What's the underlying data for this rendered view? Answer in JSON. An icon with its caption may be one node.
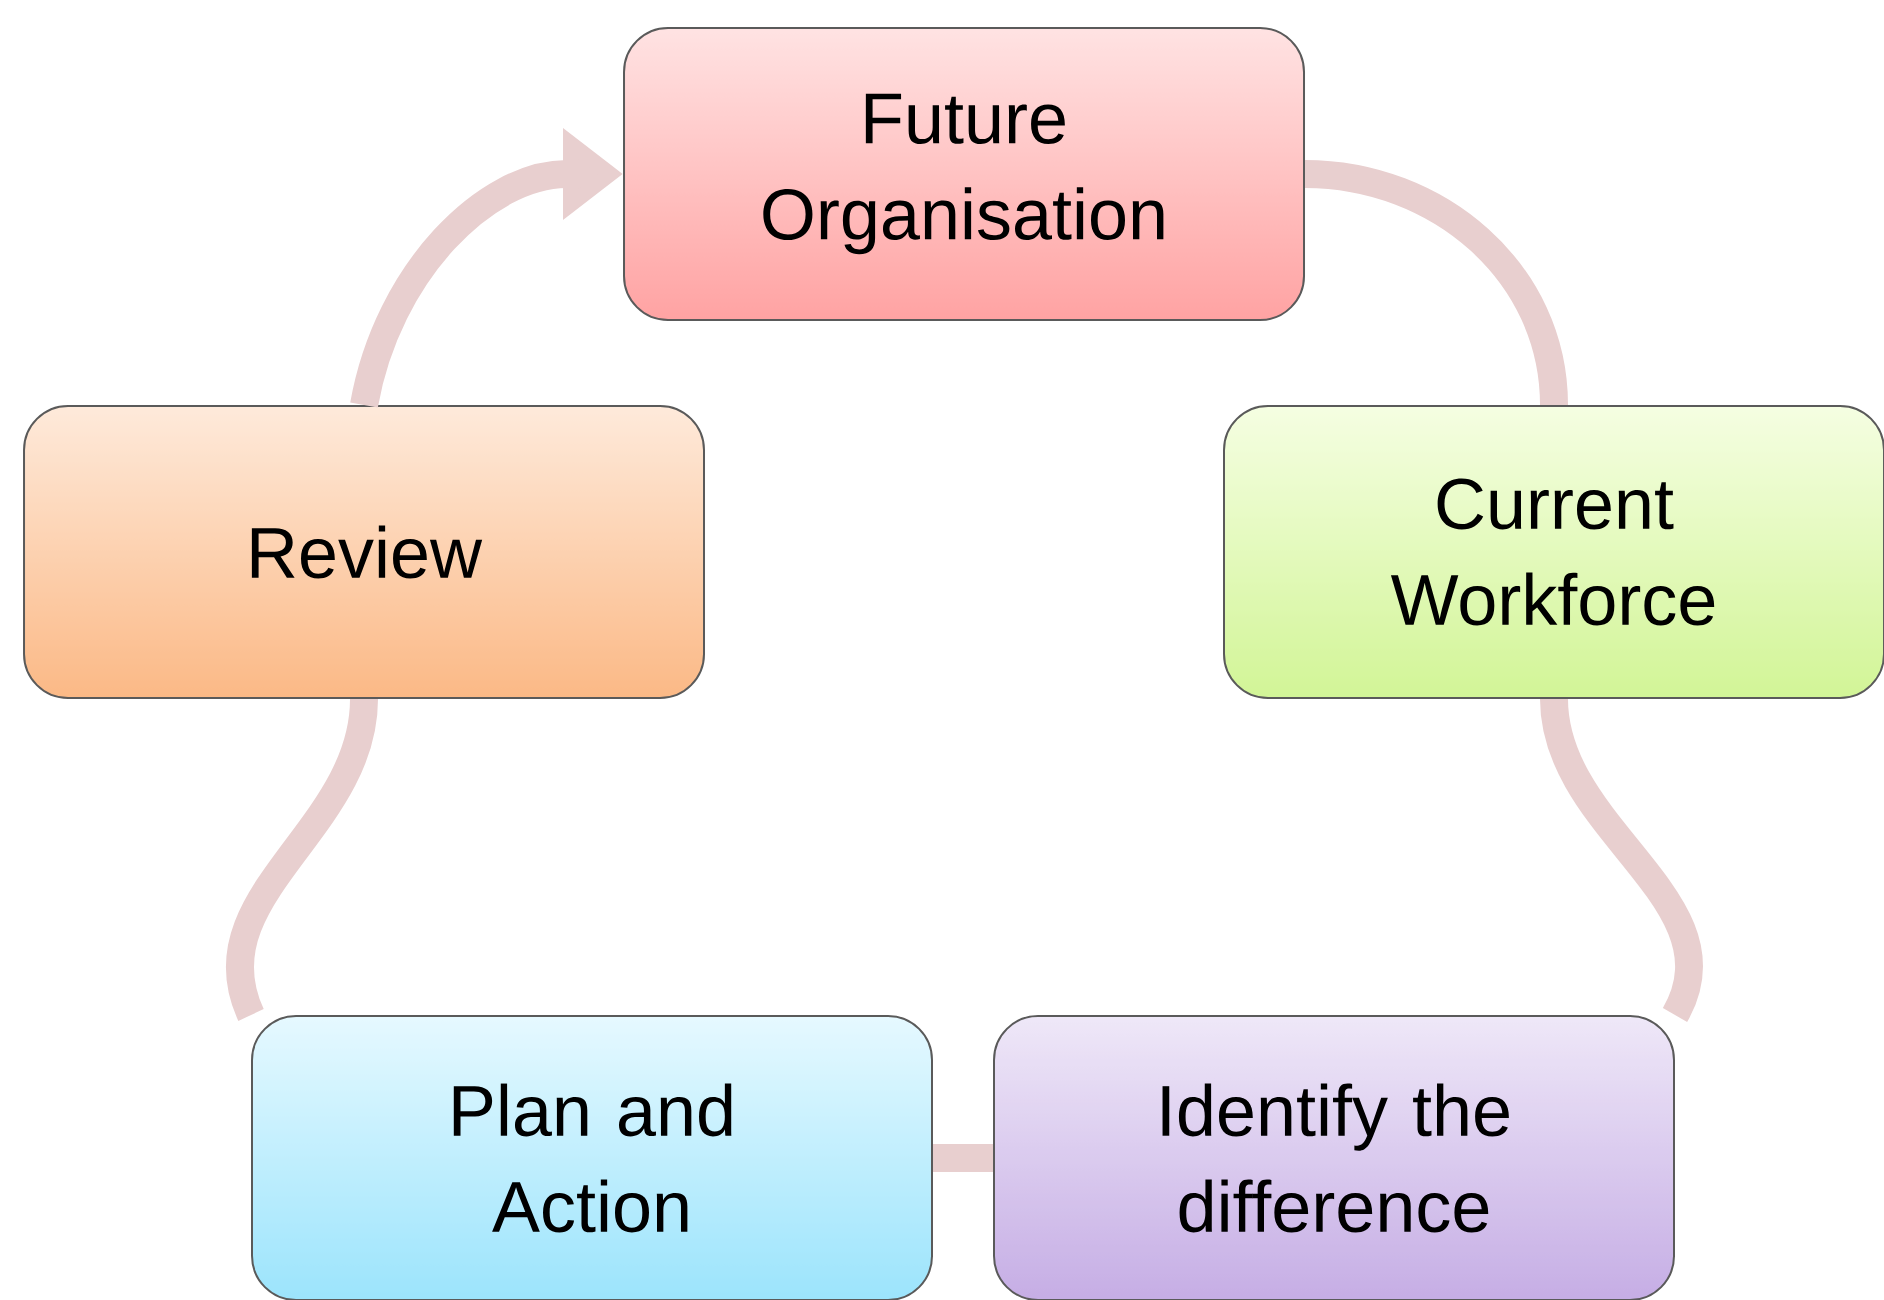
{
  "diagram": {
    "nodes": [
      {
        "text": [
          "Future Organisation"
        ]
      },
      {
        "text": [
          "Current Workforce"
        ]
      },
      {
        "text": [
          "Identify the difference"
        ]
      },
      {
        "text": [
          "Plan and Action"
        ]
      },
      {
        "text": [
          "Review"
        ]
      }
    ],
    "edges": [
      {
        "from": 0,
        "to": 1,
        "arrow": "none"
      },
      {
        "from": 1,
        "to": 2,
        "arrow": "none"
      },
      {
        "from": 2,
        "to": 3,
        "arrow": "none"
      },
      {
        "from": 3,
        "to": 4,
        "arrow": "none"
      },
      {
        "from": 4,
        "to": 0,
        "arrow": "to"
      }
    ]
  }
}
